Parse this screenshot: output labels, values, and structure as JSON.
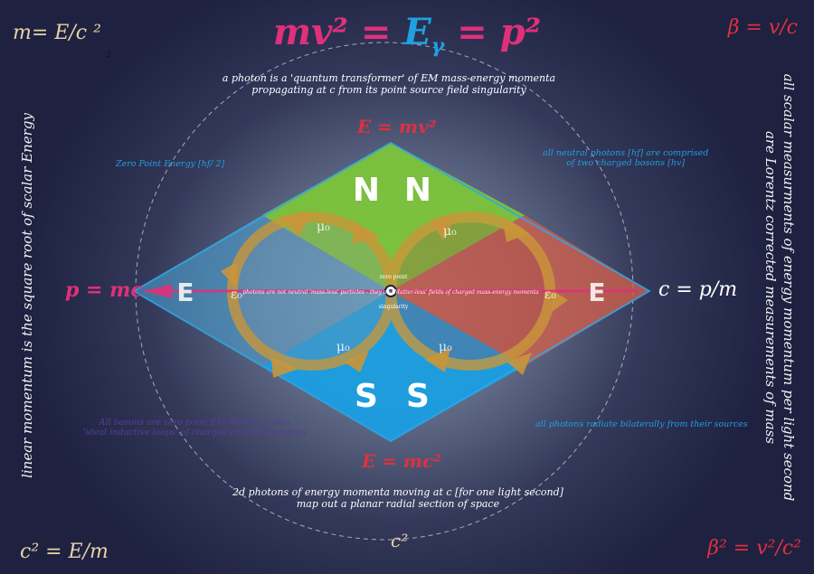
{
  "title": {
    "left": "mv² ",
    "eq1": "= ",
    "mid": "E",
    "mid_sub": "γ",
    "eq2": " = ",
    "right": "p²"
  },
  "corners": {
    "top_left": "m= E/c ²",
    "top_left_small": "2",
    "top_right": "β = v/c",
    "bottom_left": "c² = E/m",
    "bottom_right": "β² = v²/c²"
  },
  "subtitle_top": [
    "a photon is a 'quantum transformer' of EM mass-energy momenta",
    "propagating at c from its point source field singularity"
  ],
  "subtitle_bottom": [
    "2d photons of energy momenta moving at c [for one light second]",
    "map out a planar radial section of space"
  ],
  "diagram": {
    "top_label": "E = mv²",
    "bottom_label": "E = mc²",
    "left_label": "p = mc",
    "right_label": "c = p/m",
    "bottom_c2": "c²",
    "north_letters": [
      "N",
      "N"
    ],
    "south_letters": [
      "S",
      "S"
    ],
    "west_letter": "E",
    "east_letter": "E",
    "mu_label": "μ₀",
    "epsilon_label": "ε₀",
    "zero_point_label": "zero point",
    "singularity_label": "singularity",
    "center_line_text": "photons are not neutral 'mass-less' particles - they are Matter-less' fields of charged mass-energy momenta"
  },
  "notes": {
    "zero_point_energy": "Zero Point Energy [hf/ 2]",
    "neutral_photons": [
      "all neutral photons [hf] are comprised",
      "of two charged bosons [hv]"
    ],
    "bosons": [
      "All bosons are zero point EM Planck quanta",
      "'ideal inductive loops' of charged emergy momenta"
    ],
    "radiate": "all photons radiate bilaterally from their sources"
  },
  "side_texts": {
    "left": "linear momentum is the square root of scalar Energy",
    "right": [
      "all scalar measurments of energy momentum per light second",
      "are Lorentz corrected measurements of mass"
    ]
  },
  "colors": {
    "magenta": "#e0307a",
    "cyan": "#1fa0e0",
    "green": "#7cc43a",
    "blue_fill": "#1a9ee0",
    "red": "#e03040",
    "loop": "#c9963a",
    "beige": "#e8d2a8"
  }
}
